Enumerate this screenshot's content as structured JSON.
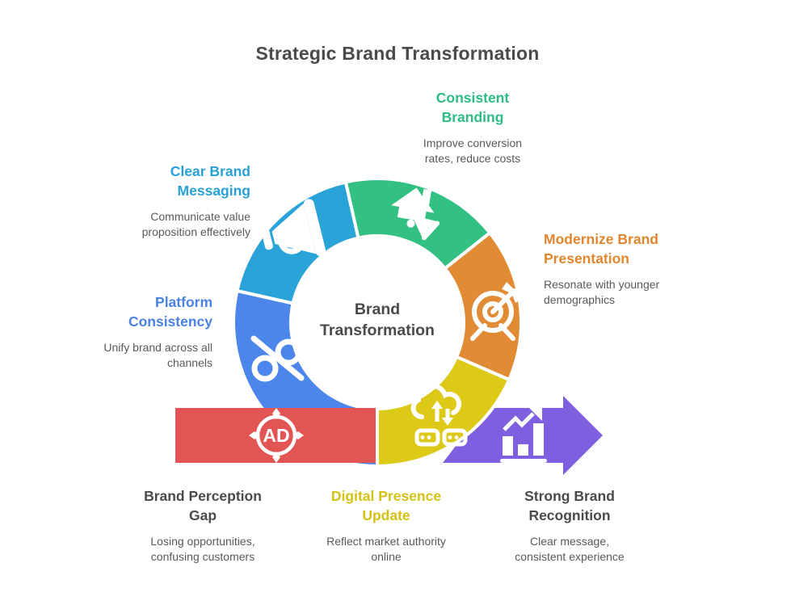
{
  "title": "Strategic Brand Transformation",
  "center": {
    "lines": [
      "Brand",
      "Transformation"
    ]
  },
  "badges": {
    "ad": "AD"
  },
  "colors": {
    "title_text": "#4a4a4a",
    "subtitle_text": "#595959",
    "green_segment": "#33c183",
    "cyan_segment": "#2aa4d8",
    "blue_segment": "#4c86ea",
    "orange_segment": "#e18b35",
    "yellow_segment": "#dcc918",
    "red_banner": "#e25554",
    "purple_arrow": "#7e5fe0",
    "white": "#ffffff"
  },
  "nodes": [
    {
      "id": "consistent-branding",
      "heading_lines": [
        "Consistent",
        "Branding"
      ],
      "subtitle_lines": [
        "Improve conversion",
        "rates, reduce costs"
      ],
      "color": "#2dbd82"
    },
    {
      "id": "clear-brand-messaging",
      "heading_lines": [
        "Clear Brand",
        "Messaging"
      ],
      "subtitle_lines": [
        "Communicate value",
        "proposition effectively"
      ],
      "color": "#29a0d6"
    },
    {
      "id": "platform-consistency",
      "heading_lines": [
        "Platform",
        "Consistency"
      ],
      "subtitle_lines": [
        "Unify brand across all",
        "channels"
      ],
      "color": "#4a82e4"
    },
    {
      "id": "modernize-brand-presentation",
      "heading_lines": [
        "Modernize Brand",
        "Presentation"
      ],
      "subtitle_lines": [
        "Resonate with younger",
        "demographics"
      ],
      "color": "#e0862e"
    },
    {
      "id": "brand-perception-gap",
      "heading_lines": [
        "Brand Perception",
        "Gap"
      ],
      "subtitle_lines": [
        "Losing opportunities,",
        "confusing customers"
      ],
      "color": "#4a4a4a"
    },
    {
      "id": "digital-presence-update",
      "heading_lines": [
        "Digital Presence",
        "Update"
      ],
      "subtitle_lines": [
        "Reflect market authority",
        "online"
      ],
      "color": "#d4c112"
    },
    {
      "id": "strong-brand-recognition",
      "heading_lines": [
        "Strong Brand",
        "Recognition"
      ],
      "subtitle_lines": [
        "Clear message,",
        "consistent experience"
      ],
      "color": "#4a4a4a"
    }
  ]
}
